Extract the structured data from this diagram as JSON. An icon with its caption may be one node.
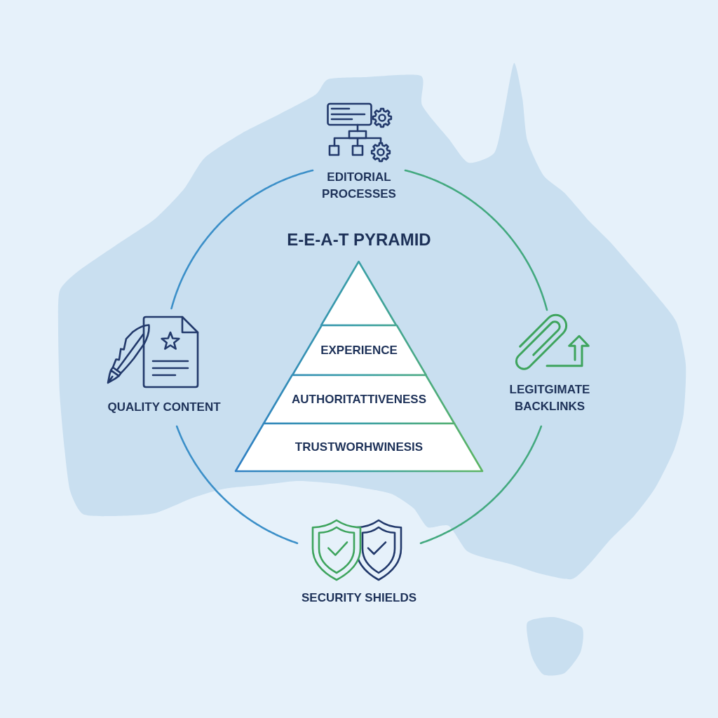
{
  "diagram": {
    "title": "E-E-A-T PYRAMID",
    "nodes": [
      {
        "text": [
          "EDITORIAL PROCESSES"
        ]
      },
      {
        "text": [],
        "shape": "triangle"
      },
      {
        "text": [
          "EXPERIENCE"
        ]
      },
      {
        "text": [
          "AUTHORITATTIVENESS"
        ]
      },
      {
        "text": [
          "TRUSTWORHWINESIS"
        ]
      },
      {
        "text": [
          "QUALITY CONTENT"
        ]
      },
      {
        "text": [
          "LEGITGIMATE BACKLINKS"
        ]
      },
      {
        "text": [
          "SECURITY SHIELDS"
        ]
      }
    ],
    "edges": [
      {
        "from": 0,
        "to": 5,
        "arrow": "none",
        "color": "#3b8fc8"
      },
      {
        "from": 0,
        "to": 6,
        "arrow": "none",
        "color": "#43a97f"
      },
      {
        "from": 5,
        "to": 7,
        "arrow": "none",
        "color": "#3b8fc8"
      },
      {
        "from": 6,
        "to": 7,
        "arrow": "none",
        "color": "#43a97f"
      }
    ]
  }
}
